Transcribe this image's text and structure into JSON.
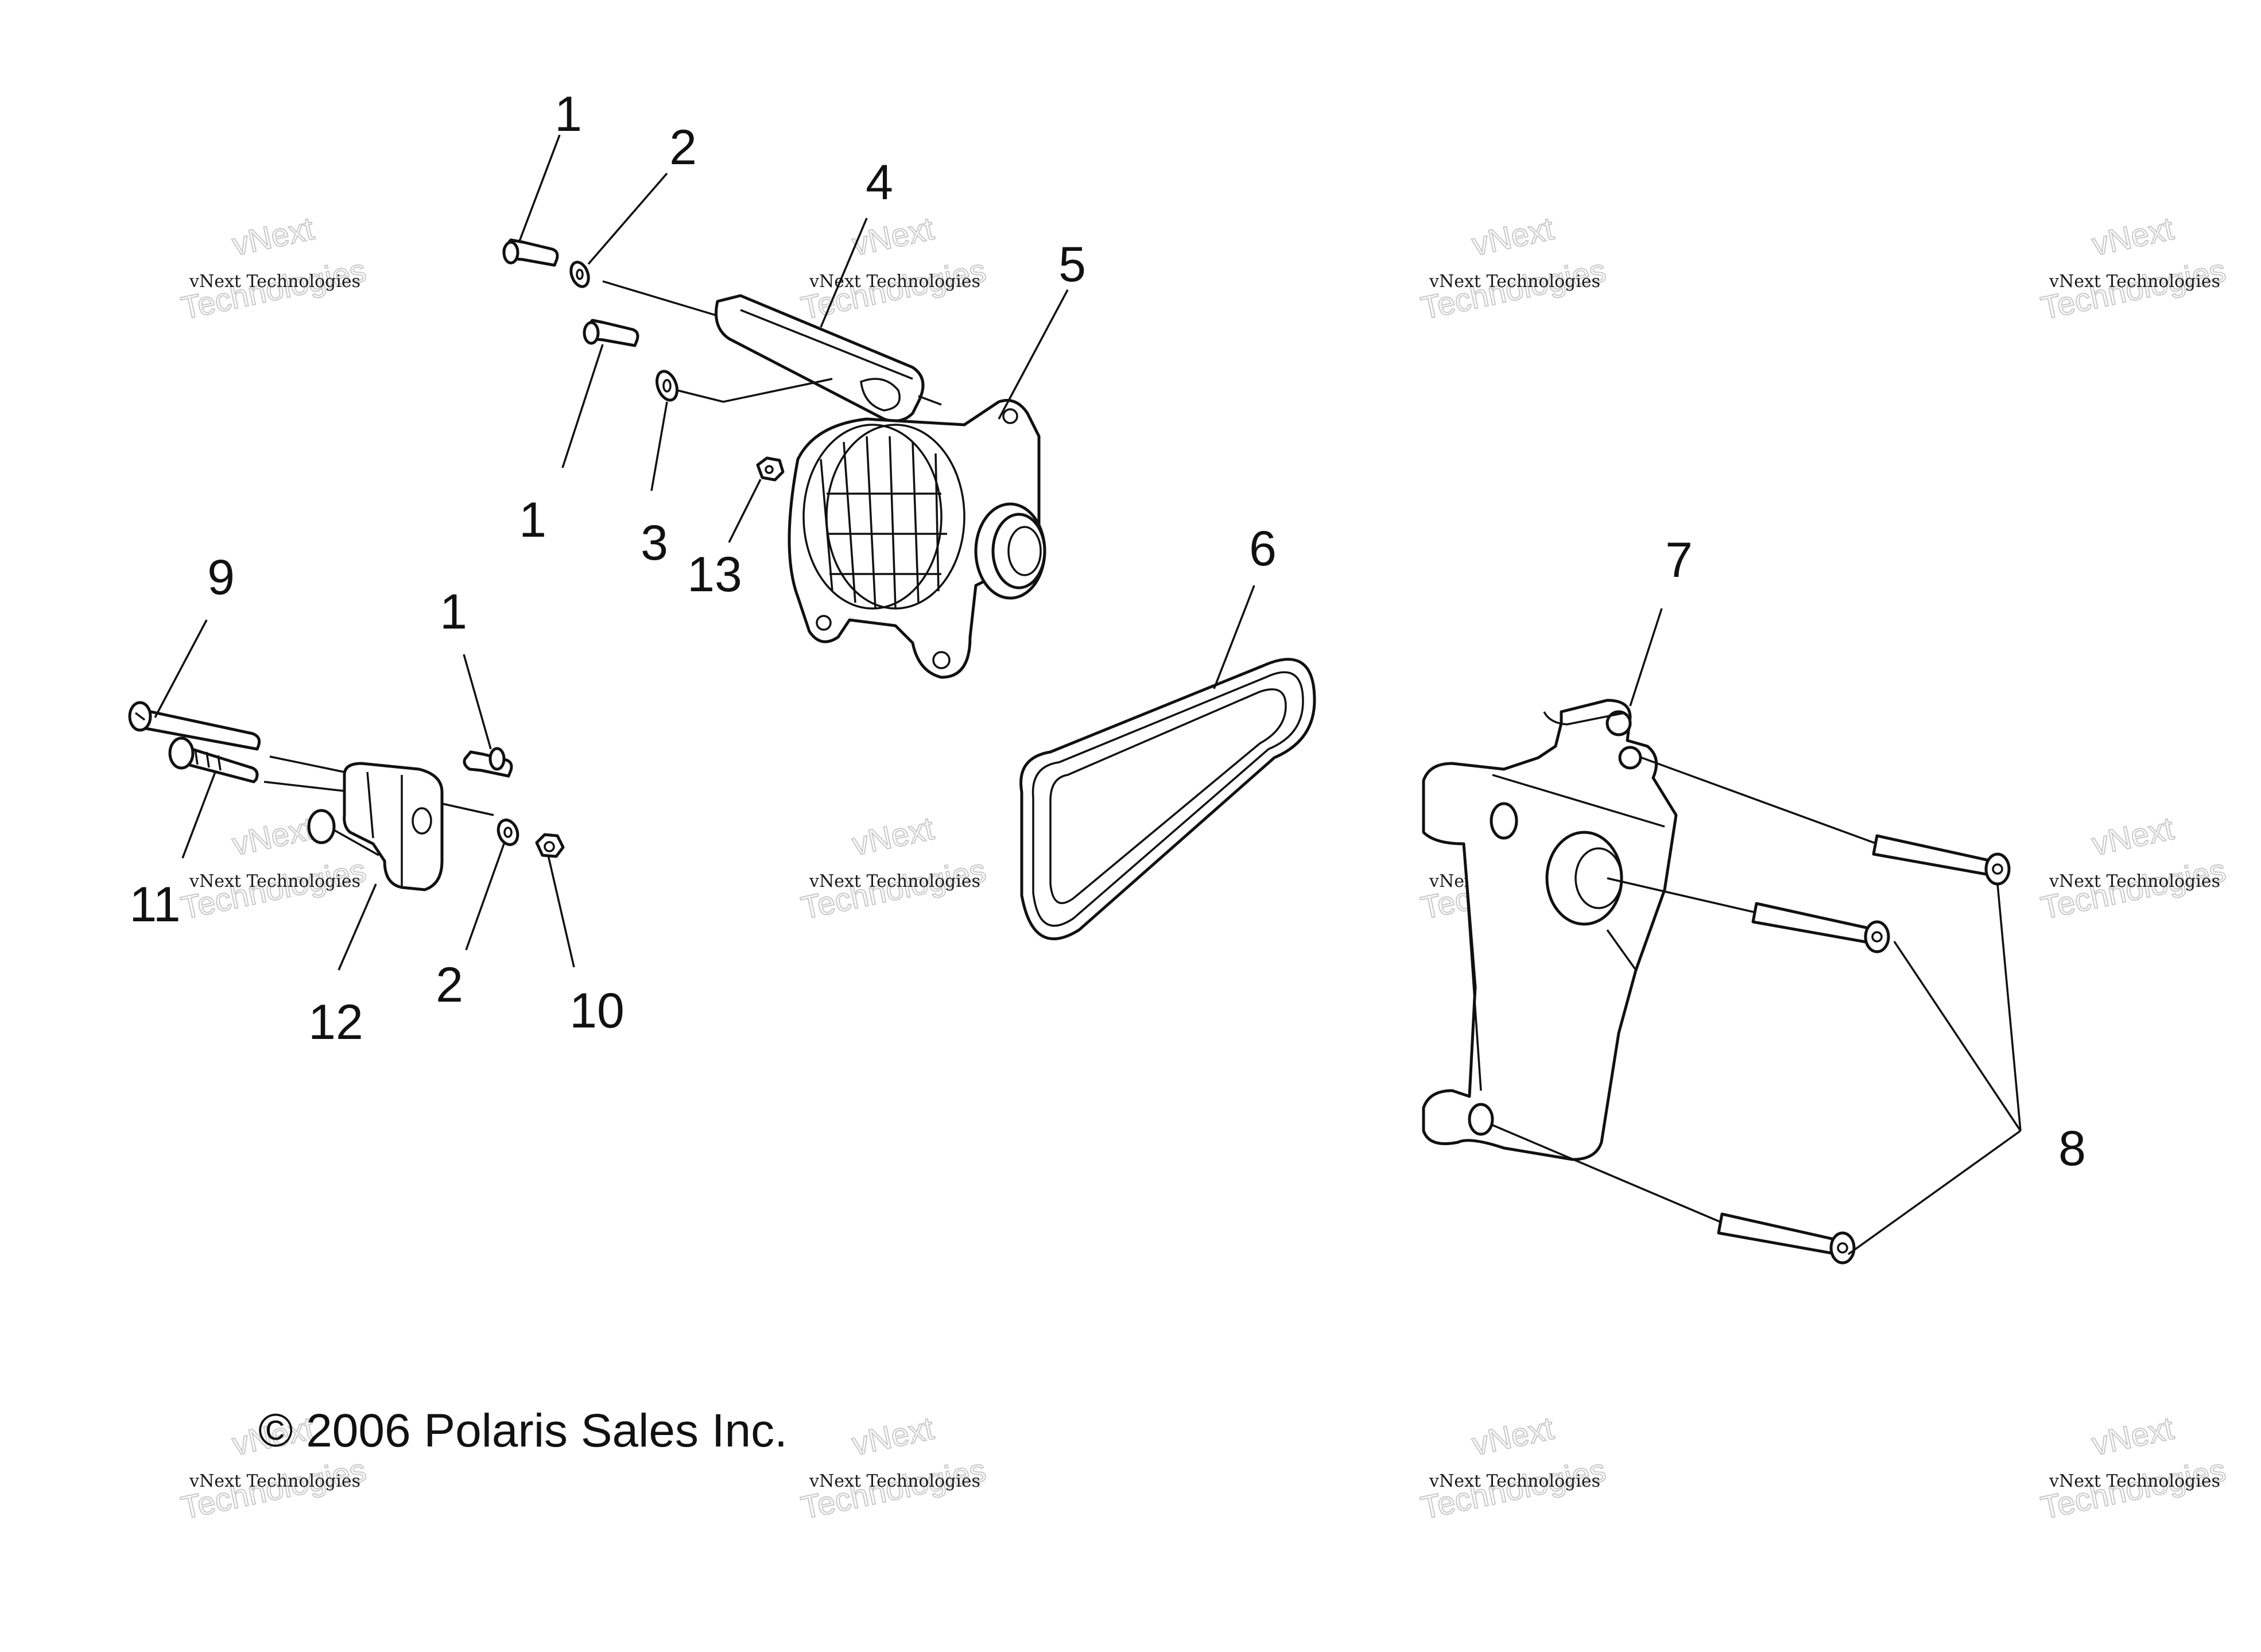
{
  "callouts": {
    "c1a": "1",
    "c2a": "2",
    "c4": "4",
    "c5": "5",
    "c1b": "1",
    "c3": "3",
    "c13": "13",
    "c9": "9",
    "c1c": "1",
    "c11": "11",
    "c12": "12",
    "c2b": "2",
    "c10": "10",
    "c6": "6",
    "c7": "7",
    "c8": "8"
  },
  "copyright": "© 2006 Polaris Sales Inc.",
  "watermark": {
    "line1": "vNext Technologies",
    "big1": "vNext",
    "big2": "Technologies"
  },
  "colors": {
    "ink": "#111111",
    "watermark": "#c9c9c9",
    "background": "#ffffff"
  }
}
